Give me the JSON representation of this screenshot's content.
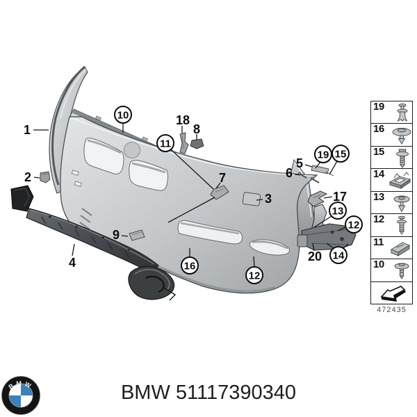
{
  "page": {
    "background": "#ffffff"
  },
  "diagram": {
    "name": "bmw-front-bumper-exploded-parts-diagram",
    "number": "472435",
    "callouts": {
      "c1": "1",
      "c2": "2",
      "c3": "3",
      "c4": "4",
      "c5": "5",
      "c6": "6",
      "c7": "7",
      "c8": "8",
      "c9": "9",
      "c10": "10",
      "c11": "11",
      "c12_bracket": "12",
      "c12_bumper": "12",
      "c13": "13",
      "c14": "14",
      "c15": "15",
      "c16": "16",
      "c17": "17",
      "c18": "18",
      "c19": "19",
      "c20": "20"
    },
    "sidebar": {
      "items": [
        {
          "label": "19",
          "icon": "expanding-rivet-icon"
        },
        {
          "label": "16",
          "icon": "push-clip-icon"
        },
        {
          "label": "15",
          "icon": "flange-screw-icon"
        },
        {
          "label": "14",
          "icon": "cage-nut-icon"
        },
        {
          "label": "13",
          "icon": "push-rivet-icon"
        },
        {
          "label": "12",
          "icon": "rivet-icon"
        },
        {
          "label": "11",
          "icon": "edge-clip-icon"
        },
        {
          "label": "10",
          "icon": "washer-screw-icon"
        }
      ],
      "arrow_icon": "direction-arrow-icon"
    }
  },
  "footer": {
    "logo": "bmw-roundel",
    "text": "BMW 51117390340"
  },
  "colors": {
    "body_gray": "#c7cbcd",
    "dark_trim": "#46494d",
    "outline": "#1a1a1a",
    "bmw_blue": "#3c82b8"
  }
}
